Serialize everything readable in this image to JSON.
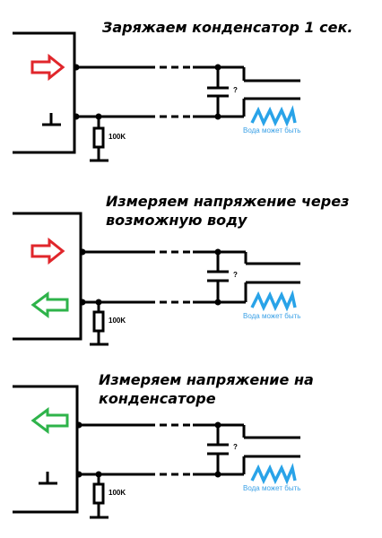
{
  "colors": {
    "wire": "#000000",
    "arrow_in": "#e0262b",
    "arrow_out": "#2eb34a",
    "water": "#29a3e8"
  },
  "icons": {
    "arrow_in": "right-arrow-outline-icon",
    "arrow_out": "left-arrow-outline-icon",
    "ground": "ground-icon",
    "water": "water-wave-icon"
  },
  "panels": [
    {
      "title_lines": [
        "Заряжаем конденсатор 1 сек."
      ],
      "arrows": [
        "in"
      ],
      "ground_symbol": true,
      "resistor_label": "100K",
      "capacitor_label": "?",
      "water_label": "Вода может быть"
    },
    {
      "title_lines": [
        "Измеряем напряжение через",
        "возможную воду"
      ],
      "arrows": [
        "in",
        "out"
      ],
      "ground_symbol": false,
      "resistor_label": "100K",
      "capacitor_label": "?",
      "water_label": "Вода может быть"
    },
    {
      "title_lines": [
        "Измеряем напряжение на",
        "конденсаторе"
      ],
      "arrows": [
        "out"
      ],
      "ground_symbol": true,
      "resistor_label": "100K",
      "capacitor_label": "?",
      "water_label": "Вода может быть"
    }
  ]
}
